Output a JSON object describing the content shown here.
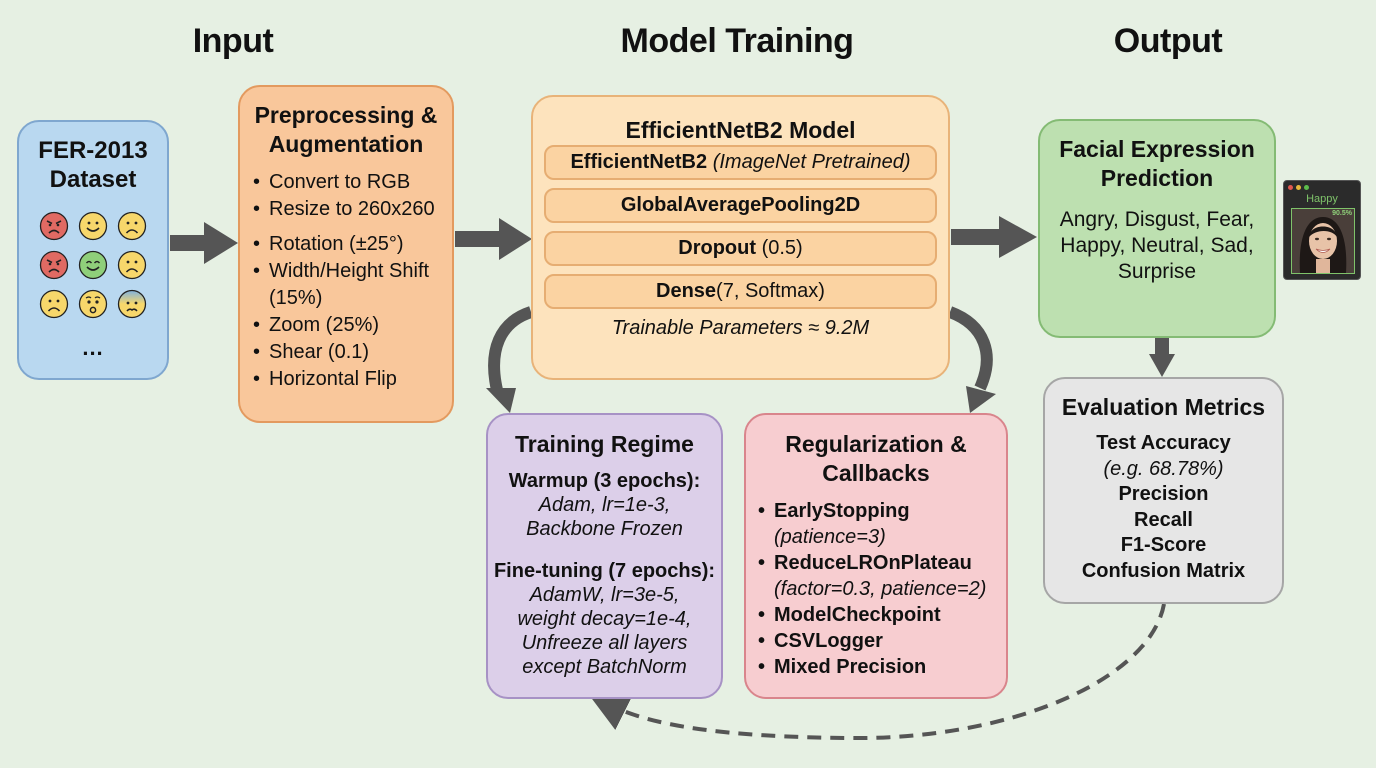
{
  "sections": {
    "input": "Input",
    "model_training": "Model Training",
    "output": "Output"
  },
  "dataset": {
    "title_line1": "FER-2013",
    "title_line2": "Dataset",
    "emojis": [
      "angry",
      "happy",
      "sad",
      "angry",
      "happy",
      "sad",
      "sad",
      "surprise",
      "fear"
    ],
    "more": "..."
  },
  "preprocessing": {
    "title_line1": "Preprocessing &",
    "title_line2": "Augmentation",
    "items": [
      "Convert to RGB",
      "Resize to 260x260",
      "Rotation (±25°)",
      "Width/Height Shift (15%)",
      "Zoom (25%)",
      "Shear (0.1)",
      "Horizontal Flip"
    ]
  },
  "model": {
    "title": "EfficientNetB2 Model",
    "layers": [
      {
        "bold": "EfficientNetB2",
        "rest": " (ImageNet Pretrained)",
        "rest_italic": true
      },
      {
        "bold": "GlobalAveragePooling2D",
        "rest": "",
        "rest_italic": false
      },
      {
        "bold": "Dropout",
        "rest": " (0.5)",
        "rest_italic": false
      },
      {
        "bold": "Dense",
        "rest": "(7, Softmax)",
        "rest_italic": false
      }
    ],
    "params": "Trainable Parameters ≈ 9.2M"
  },
  "prediction": {
    "title_line1": "Facial Expression",
    "title_line2": "Prediction",
    "classes": "Angry, Disgust, Fear, Happy, Neutral, Sad, Surprise"
  },
  "webcam": {
    "label": "Happy",
    "confidence": "90.5%"
  },
  "evaluation": {
    "title": "Evaluation Metrics",
    "test_accuracy": "Test Accuracy",
    "example": "(e.g. 68.78%)",
    "precision": "Precision",
    "recall": "Recall",
    "f1_prefix": "F1-",
    "f1_suffix": "Score",
    "confusion": "Confusion Matrix"
  },
  "training_regime": {
    "title": "Training Regime",
    "phases": [
      {
        "title": "Warmup (3 epochs):",
        "lines": [
          "Adam, lr=1e-3,",
          "Backbone Frozen"
        ]
      },
      {
        "title": "Fine-tuning (7 epochs):",
        "lines": [
          "AdamW, lr=3e-5,",
          "weight decay=1e-4,",
          "Unfreeze all layers",
          "except BatchNorm"
        ]
      }
    ]
  },
  "callbacks": {
    "title_line1": "Regularization &",
    "title_line2": "Callbacks",
    "items": [
      {
        "name": "EarlyStopping",
        "detail": "(patience=3)"
      },
      {
        "name": "ReduceLROnPlateau",
        "detail": "(factor=0.3, patience=2)"
      },
      {
        "name": "ModelCheckpoint",
        "detail": ""
      },
      {
        "name": "CSVLogger",
        "detail": ""
      },
      {
        "name": "Mixed Precision",
        "detail": ""
      }
    ]
  },
  "colors": {
    "background": "#e6f0e3",
    "arrow": "#555555",
    "dataset": "#b9d8f0",
    "preprocessing": "#f9c79b",
    "model": "#fde3bd",
    "prediction": "#bde0b0",
    "evaluation": "#e6e6e6",
    "training_regime": "#dccfe9",
    "callbacks": "#f7cdd0"
  }
}
